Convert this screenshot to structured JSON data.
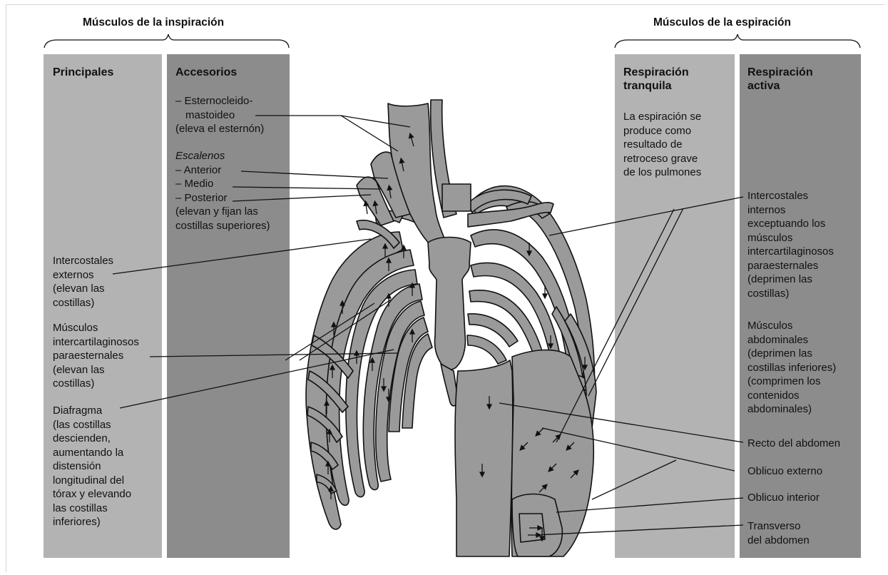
{
  "groups": {
    "inspiration_title": "Músculos de la inspiración",
    "expiration_title": "Músculos de la espiración"
  },
  "columns": {
    "principales": "Principales",
    "accesorios": "Accesorios",
    "tranquila": [
      "Respiración",
      "tranquila"
    ],
    "activa": [
      "Respiración",
      "activa"
    ]
  },
  "accesorios": {
    "scm": [
      "– Esternocleido-",
      "mastoideo",
      "(eleva el esternón)"
    ],
    "escalenos_title": "Escalenos",
    "escalenos": [
      "– Anterior",
      "– Medio",
      "– Posterior",
      "(elevan y fijan las",
      "costillas superiores)"
    ]
  },
  "principales": {
    "intercostales_externos": [
      "Intercostales",
      "externos",
      "(elevan las",
      "costillas)"
    ],
    "intercartilaginosos": [
      "Músculos",
      "intercartilaginosos",
      "paraesternales",
      "(elevan las",
      "costillas)"
    ],
    "diafragma": [
      "Diafragma",
      "(las costillas",
      "descienden,",
      "aumentando la",
      "distensión",
      "longitudinal del",
      "tórax y elevando",
      "las costillas",
      "inferiores)"
    ]
  },
  "tranquila": {
    "text": [
      "La espiración se",
      "produce como",
      "resultado de",
      "retroceso grave",
      "de los pulmones"
    ]
  },
  "activa": {
    "intercostales_internos": [
      "Intercostales",
      "internos",
      "exceptuando los",
      "músculos",
      "intercartilaginosos",
      "paraesternales",
      "(deprimen las",
      "costillas)"
    ],
    "abdominales": [
      "Músculos",
      "abdominales",
      "(deprimen las",
      "costillas inferiores)",
      "(comprimen los",
      "contenidos",
      "abdominales)"
    ],
    "recto": "Recto del abdomen",
    "oblicuo_externo": "Oblicuo externo",
    "oblicuo_interior": "Oblicuo interior",
    "transverso": [
      "Transverso",
      "del abdomen"
    ]
  },
  "colors": {
    "light_column": "#b3b3b3",
    "dark_column": "#8c8c8c",
    "anatomy_fill": "#9a9a9a",
    "outline": "#111111"
  }
}
